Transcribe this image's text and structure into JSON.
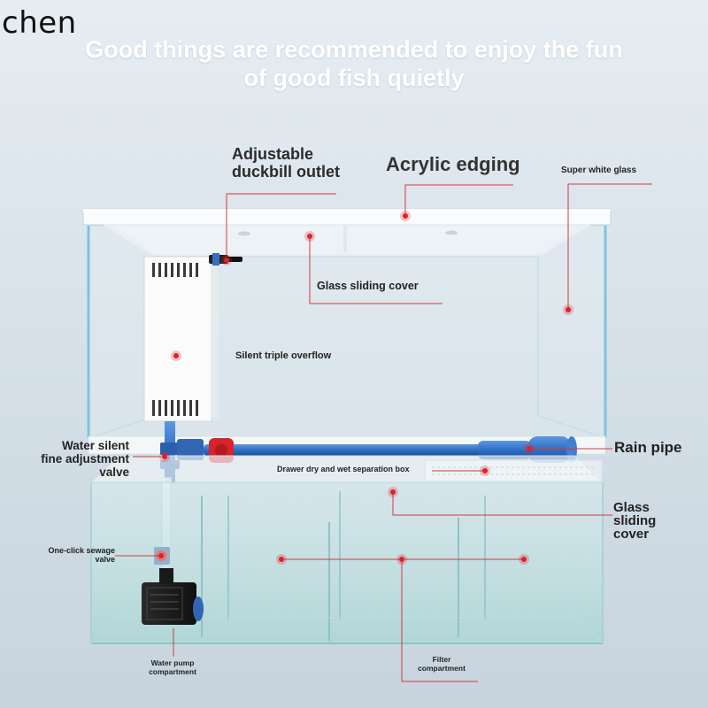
{
  "watermark": "chen",
  "headline": {
    "line1": "Good things are recommended to enjoy the fun",
    "line2": "of good fish quietly"
  },
  "labels": {
    "duckbill_outlet": [
      "Adjustable",
      "duckbill outlet"
    ],
    "acrylic_edging": "Acrylic edging",
    "super_white_glass": "Super white glass",
    "glass_sliding_cover_top": "Glass sliding cover",
    "silent_triple_overflow": "Silent triple overflow",
    "water_silent_valve": [
      "Water silent",
      "fine adjustment",
      "valve"
    ],
    "rain_pipe": "Rain pipe",
    "drawer_box": "Drawer dry and wet separation box",
    "glass_sliding_cover_bottom": [
      "Glass",
      "sliding",
      "cover"
    ],
    "sewage_valve": [
      "One-click sewage",
      "valve"
    ],
    "water_pump_compartment": [
      "Water pump",
      "compartment"
    ],
    "filter_compartment": [
      "Filter",
      "compartment"
    ]
  },
  "colors": {
    "marker": "#e0202a",
    "leader_line": "#d23b3b",
    "pipe_blue": "#2f6fc4",
    "valve_red": "#d8232a",
    "glass_edge": "#7ec4e0"
  }
}
